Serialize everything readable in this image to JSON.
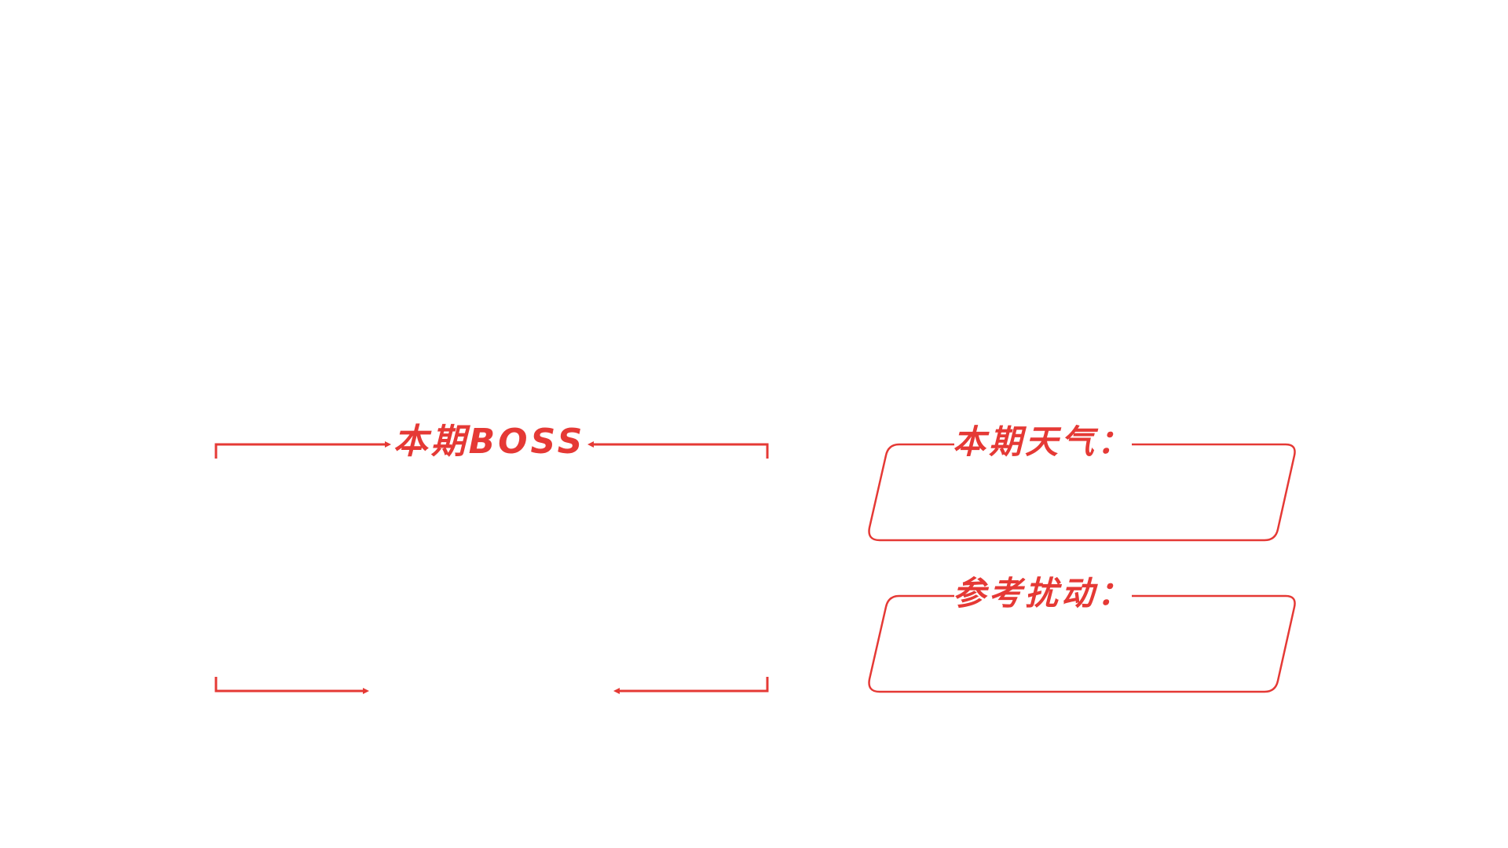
{
  "boss_panel": {
    "title": "本期BOSS"
  },
  "weather_panel": {
    "title": "本期天气："
  },
  "disturbance_panel": {
    "title": "参考扰动："
  },
  "colors": {
    "accent": "#e53935",
    "background": "#ffffff"
  }
}
